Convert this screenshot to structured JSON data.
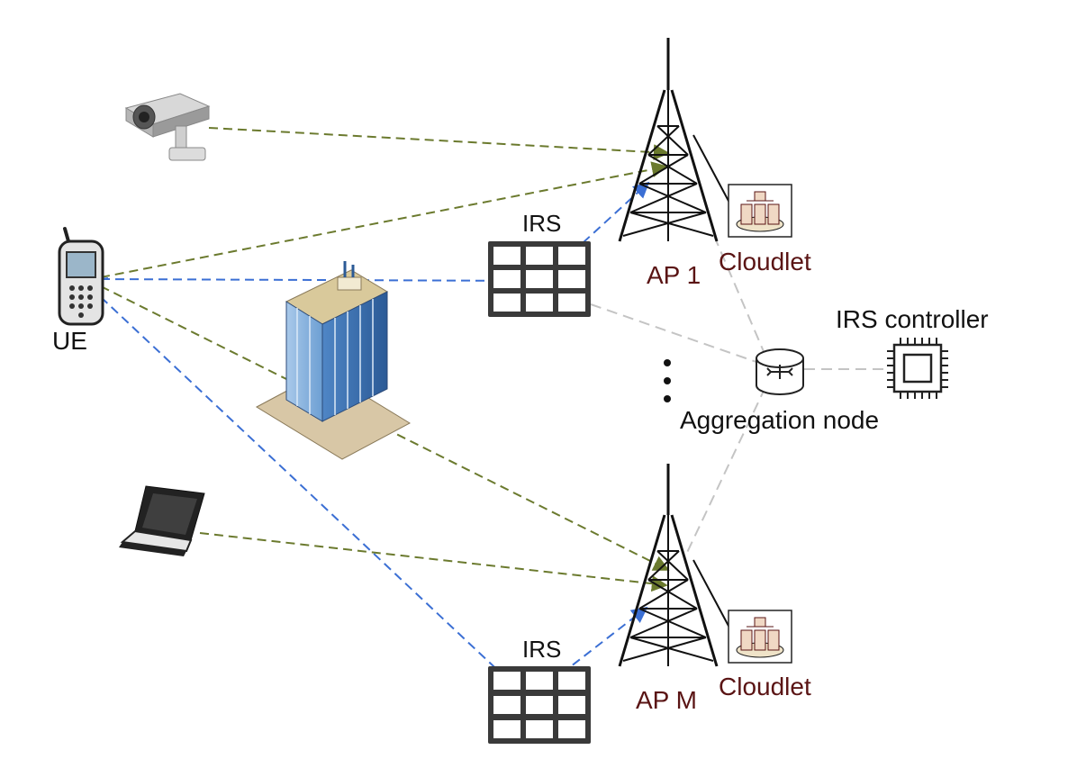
{
  "labels": {
    "ue": "UE",
    "irs_top": "IRS",
    "irs_bottom": "IRS",
    "ap1": "AP 1",
    "apm": "AP M",
    "cloudlet_top": "Cloudlet",
    "cloudlet_bottom": "Cloudlet",
    "irs_controller": "IRS controller",
    "aggregation_node": "Aggregation node"
  },
  "colors": {
    "olive_link": "#6b7a2e",
    "blue_link": "#3b6fd4",
    "gray_link": "#c4c4c4",
    "ap_label": "#5a1414",
    "text": "#111111"
  },
  "icons": [
    "camera-icon",
    "phone-icon",
    "building-icon",
    "laptop-icon",
    "irs-panel-icon",
    "tower-icon",
    "cloudlet-icon",
    "router-icon",
    "chip-icon"
  ]
}
